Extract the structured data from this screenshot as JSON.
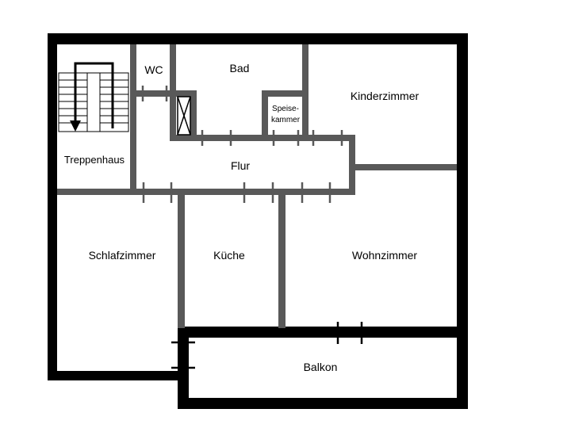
{
  "floor_plan": {
    "rooms": {
      "wc": "WC",
      "bad": "Bad",
      "kinderzimmer": "Kinderzimmer",
      "speisekammer_line1": "Speise-",
      "speisekammer_line2": "kammer",
      "treppenhaus": "Treppenhaus",
      "flur": "Flur",
      "schlafzimmer": "Schlafzimmer",
      "kueche": "Küche",
      "wohnzimmer": "Wohnzimmer",
      "balkon": "Balkon"
    },
    "colors": {
      "outer_wall": "#000000",
      "inner_wall": "#595959",
      "background": "#ffffff"
    }
  }
}
